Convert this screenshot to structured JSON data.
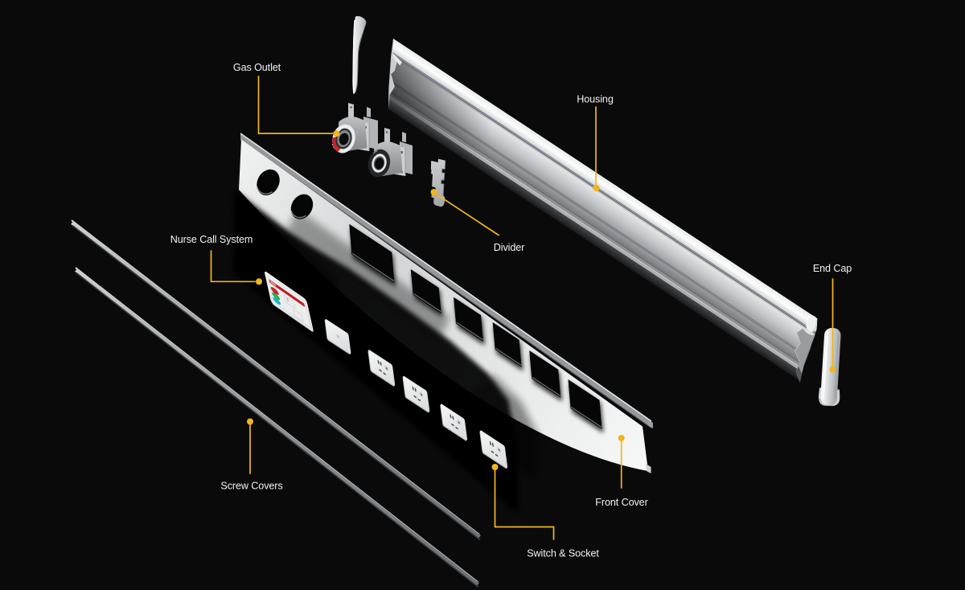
{
  "title": "Bedhead trunking system - exploded view diagram",
  "background_color": "#0a0a0b",
  "colors": {
    "accent_leader": "#F2B51B",
    "label_text": "#f2f2f2",
    "metal_light": "#f4f5f5",
    "metal_mid": "#a8acae",
    "nurse_call_bar_red": "#c01d24",
    "button_red": "#cb2128",
    "button_green": "#2fae4e",
    "button_cyan": "#19b4c9",
    "gas_outlet_ring_red": "#c62a2e"
  },
  "labels": [
    {
      "id": "gas-outlet",
      "text": "Gas Outlet"
    },
    {
      "id": "housing",
      "text": "Housing"
    },
    {
      "id": "divider",
      "text": "Divider"
    },
    {
      "id": "end-cap",
      "text": "End Cap"
    },
    {
      "id": "nurse-call-system",
      "text": "Nurse Call System"
    },
    {
      "id": "screw-covers",
      "text": "Screw Covers"
    },
    {
      "id": "front-cover",
      "text": "Front Cover"
    },
    {
      "id": "switch-socket",
      "text": "Switch & Socket"
    }
  ],
  "parts": [
    "housing",
    "end-cap-left",
    "end-cap-right",
    "gas-outlet-1",
    "gas-outlet-2",
    "divider",
    "front-cover",
    "nurse-call-device",
    "blank-switch-module",
    "socket-module-1",
    "socket-module-2",
    "socket-module-3",
    "socket-module-4",
    "screw-cover-1",
    "screw-cover-2"
  ]
}
